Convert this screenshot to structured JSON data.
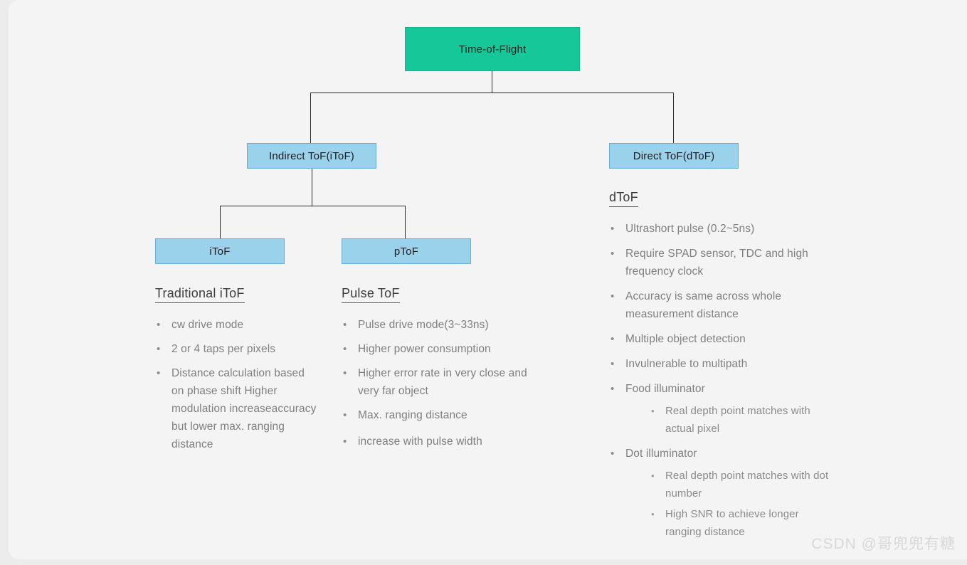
{
  "colors": {
    "root_fill": "#16c79a",
    "root_border": "#13b48b",
    "node_fill": "#9ad2ec",
    "node_border": "#6aaecd",
    "edge": "#2b2b2b",
    "panel_bg": "#f4f4f4",
    "page_bg": "#ececec",
    "body_text": "#7f7f7f",
    "title_text": "#3d3d3d",
    "watermark": "#d8d8d8"
  },
  "tree": {
    "root": {
      "label": "Time-of-Flight"
    },
    "level1": [
      {
        "label": "Indirect ToF(iToF)"
      },
      {
        "label": "Direct ToF(dToF)"
      }
    ],
    "level2": [
      {
        "label": "iToF"
      },
      {
        "label": "pToF"
      }
    ]
  },
  "columns": {
    "traditional_itof": {
      "title": "Traditional iToF",
      "bullets": [
        "cw drive mode",
        "2 or 4 taps per pixels",
        "Distance calculation based on phase shift Higher modulation increaseaccuracy but lower max. ranging distance"
      ]
    },
    "pulse_tof": {
      "title": "Pulse ToF",
      "bullets": [
        "Pulse drive mode(3~33ns)",
        "Higher power consumption",
        "Higher error rate in very close and very far object",
        "Max. ranging distance",
        "increase with pulse width"
      ]
    },
    "dtof": {
      "title": "dToF",
      "bullets": [
        "Ultrashort pulse (0.2~5ns)",
        "Require SPAD sensor,  TDC and high frequency clock",
        "Accuracy is same across whole measurement distance",
        "Multiple object detection",
        "Invulnerable to multipath",
        "Food illuminator",
        "Dot illuminator"
      ],
      "food_sub": [
        "Real depth point matches with actual pixel"
      ],
      "dot_sub": [
        "Real depth point matches with dot number",
        "High SNR to achieve longer ranging distance"
      ]
    }
  },
  "watermark": {
    "text": "CSDN @哥兜兜有糖"
  }
}
